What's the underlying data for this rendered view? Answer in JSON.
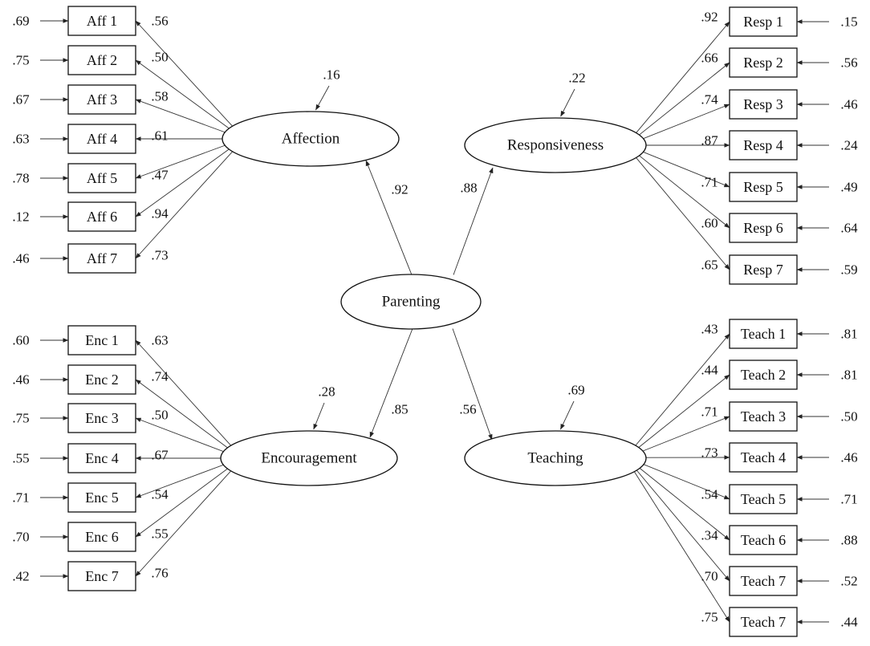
{
  "model": {
    "root": {
      "label": "Parenting"
    },
    "factors": [
      {
        "id": "affection",
        "label": "Affection",
        "residual": ".16",
        "path_coef": ".92",
        "indicators": [
          {
            "label": "Aff 1",
            "loading": ".56",
            "error": ".69"
          },
          {
            "label": "Aff 2",
            "loading": ".50",
            "error": ".75"
          },
          {
            "label": "Aff 3",
            "loading": ".58",
            "error": ".67"
          },
          {
            "label": "Aff 4",
            "loading": ".61",
            "error": ".63"
          },
          {
            "label": "Aff 5",
            "loading": ".47",
            "error": ".78"
          },
          {
            "label": "Aff 6",
            "loading": ".94",
            "error": ".12"
          },
          {
            "label": "Aff 7",
            "loading": ".73",
            "error": ".46"
          }
        ]
      },
      {
        "id": "responsiveness",
        "label": "Responsiveness",
        "residual": ".22",
        "path_coef": ".88",
        "indicators": [
          {
            "label": "Resp 1",
            "loading": ".92",
            "error": ".15"
          },
          {
            "label": "Resp 2",
            "loading": ".66",
            "error": ".56"
          },
          {
            "label": "Resp 3",
            "loading": ".74",
            "error": ".46"
          },
          {
            "label": "Resp 4",
            "loading": ".87",
            "error": ".24"
          },
          {
            "label": "Resp 5",
            "loading": ".71",
            "error": ".49"
          },
          {
            "label": "Resp 6",
            "loading": ".60",
            "error": ".64"
          },
          {
            "label": "Resp 7",
            "loading": ".65",
            "error": ".59"
          }
        ]
      },
      {
        "id": "encouragement",
        "label": "Encouragement",
        "residual": ".28",
        "path_coef": ".85",
        "indicators": [
          {
            "label": "Enc 1",
            "loading": ".63",
            "error": ".60"
          },
          {
            "label": "Enc 2",
            "loading": ".74",
            "error": ".46"
          },
          {
            "label": "Enc 3",
            "loading": ".50",
            "error": ".75"
          },
          {
            "label": "Enc 4",
            "loading": ".67",
            "error": ".55"
          },
          {
            "label": "Enc 5",
            "loading": ".54",
            "error": ".71"
          },
          {
            "label": "Enc 6",
            "loading": ".55",
            "error": ".70"
          },
          {
            "label": "Enc 7",
            "loading": ".76",
            "error": ".42"
          }
        ]
      },
      {
        "id": "teaching",
        "label": "Teaching",
        "residual": ".69",
        "path_coef": ".56",
        "indicators": [
          {
            "label": "Teach 1",
            "loading": ".43",
            "error": ".81"
          },
          {
            "label": "Teach 2",
            "loading": ".44",
            "error": ".81"
          },
          {
            "label": "Teach 3",
            "loading": ".71",
            "error": ".50"
          },
          {
            "label": "Teach 4",
            "loading": ".73",
            "error": ".46"
          },
          {
            "label": "Teach 5",
            "loading": ".54",
            "error": ".71"
          },
          {
            "label": "Teach 6",
            "loading": ".34",
            "error": ".88"
          },
          {
            "label": "Teach 7",
            "loading": ".70",
            "error": ".52"
          },
          {
            "label": "Teach 7",
            "loading": ".75",
            "error": ".44"
          }
        ]
      }
    ]
  }
}
